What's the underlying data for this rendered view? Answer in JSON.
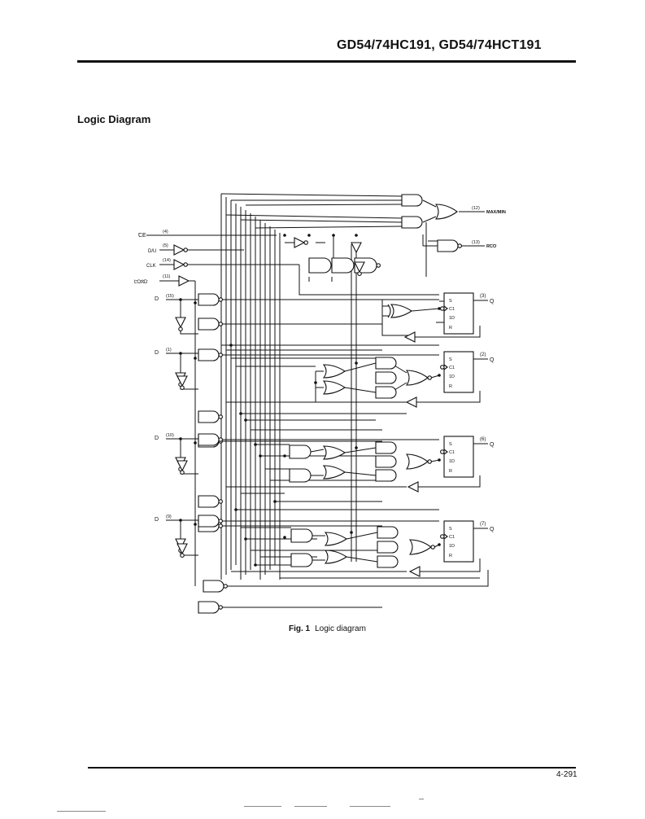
{
  "header": {
    "title": "GD54/74HC191, GD54/74HCT191"
  },
  "section": {
    "heading": "Logic Diagram"
  },
  "figure": {
    "caption_label": "Fig. 1",
    "caption_text": "Logic diagram"
  },
  "footer": {
    "page_number": "4-291"
  },
  "schematic": {
    "inputs": [
      {
        "name": "CE",
        "overbar": true,
        "pin": "(4)"
      },
      {
        "name": "D/U",
        "overbar": false,
        "pin": "(5)"
      },
      {
        "name": "CLK",
        "overbar": false,
        "pin": "(14)"
      },
      {
        "name": "LOAD",
        "overbar": true,
        "pin": "(11)"
      },
      {
        "name": "D",
        "overbar": false,
        "pin": "(15)"
      },
      {
        "name": "D",
        "overbar": false,
        "pin": "(1)"
      },
      {
        "name": "D",
        "overbar": false,
        "pin": "(10)"
      },
      {
        "name": "D",
        "overbar": false,
        "pin": "(9)"
      }
    ],
    "outputs": [
      {
        "name": "MAX/MIN",
        "overbar": false,
        "pin": "(12)"
      },
      {
        "name": "RCO",
        "overbar": true,
        "pin": "(13)"
      },
      {
        "name": "Q",
        "pin": "(3)"
      },
      {
        "name": "Q",
        "pin": "(2)"
      },
      {
        "name": "Q",
        "pin": "(6)"
      },
      {
        "name": "Q",
        "pin": "(7)"
      }
    ],
    "flipflop_pins": [
      "S",
      "C1",
      "1D",
      "R"
    ]
  }
}
